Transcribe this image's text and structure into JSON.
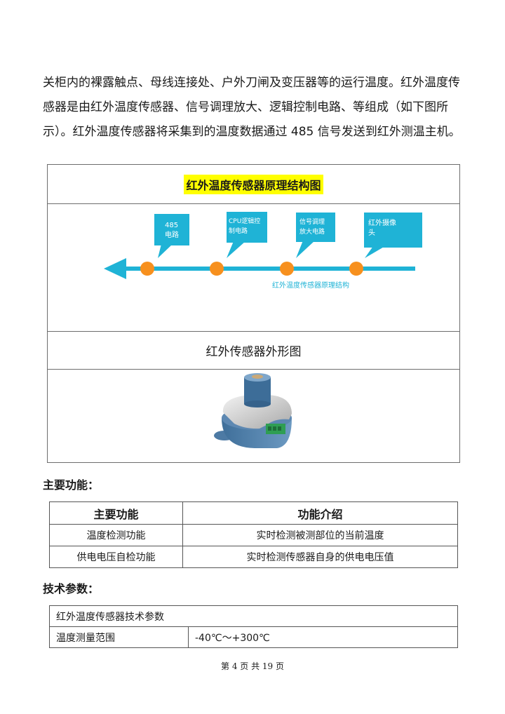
{
  "intro_text": "关柜内的裸露触点、母线连接处、户外刀闸及变压器等的运行温度。红外温度传感器是由红外温度传感器、信号调理放大、逻辑控制电路、等组成（如下图所示）。红外温度传感器将采集到的温度数据通过 485 信号发送到红外测温主机。",
  "figure": {
    "title": "红外温度传感器原理结构图",
    "callouts": [
      "485电路",
      "CPU逻辑控制电路",
      "信号调理放大电路",
      "红外摄像头"
    ],
    "callout_lines": [
      [
        "485",
        "电路"
      ],
      [
        "CPU逻辑控",
        "制电路"
      ],
      [
        "信号调理",
        "放大电路"
      ],
      [
        "红外摄像",
        "头"
      ]
    ],
    "caption": "红外温度传感器原理结构",
    "shape_label": "红外传感器外形图",
    "colors": {
      "callout": "#1fb3d6",
      "dot": "#f7901e",
      "arrow": "#1fb3d6",
      "title_highlight": "#ffff00"
    }
  },
  "functions": {
    "heading": "主要功能：",
    "headers": [
      "主要功能",
      "功能介绍"
    ],
    "rows": [
      [
        "温度检测功能",
        "实时检测被测部位的当前温度"
      ],
      [
        "供电电压自检功能",
        "实时检测传感器自身的供电电压值"
      ]
    ]
  },
  "params": {
    "heading": "技术参数：",
    "title": "红外温度传感器技术参数",
    "rows": [
      [
        "温度测量范围",
        "-40℃～+300℃"
      ]
    ]
  },
  "footer": "第 4 页 共 19 页"
}
